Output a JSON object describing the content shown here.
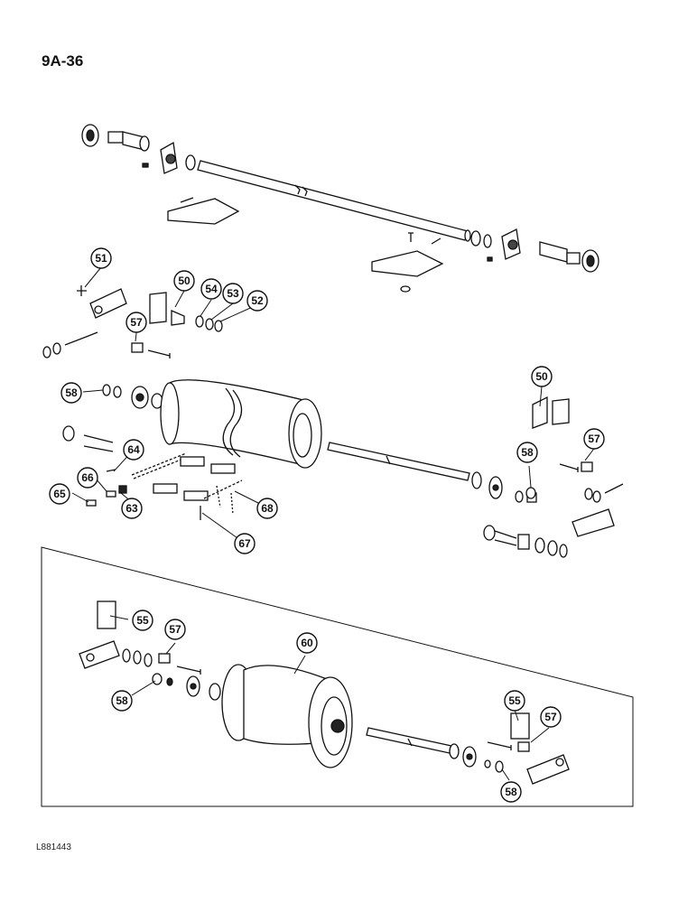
{
  "page_number": "9A-36",
  "figure_code": "L881443",
  "callouts": [
    {
      "id": "c51",
      "label": "51"
    },
    {
      "id": "c50a",
      "label": "50"
    },
    {
      "id": "c54",
      "label": "54"
    },
    {
      "id": "c53",
      "label": "53"
    },
    {
      "id": "c52",
      "label": "52"
    },
    {
      "id": "c57a",
      "label": "57"
    },
    {
      "id": "c58a",
      "label": "58"
    },
    {
      "id": "c50b",
      "label": "50"
    },
    {
      "id": "c64",
      "label": "64"
    },
    {
      "id": "c66",
      "label": "66"
    },
    {
      "id": "c65",
      "label": "65"
    },
    {
      "id": "c63",
      "label": "63"
    },
    {
      "id": "c68",
      "label": "68"
    },
    {
      "id": "c67",
      "label": "67"
    },
    {
      "id": "c58b",
      "label": "58"
    },
    {
      "id": "c57b",
      "label": "57"
    },
    {
      "id": "c55a",
      "label": "55"
    },
    {
      "id": "c57c",
      "label": "57"
    },
    {
      "id": "c60",
      "label": "60"
    },
    {
      "id": "c58c",
      "label": "58"
    },
    {
      "id": "c55b",
      "label": "55"
    },
    {
      "id": "c57d",
      "label": "57"
    },
    {
      "id": "c58d",
      "label": "58"
    }
  ]
}
